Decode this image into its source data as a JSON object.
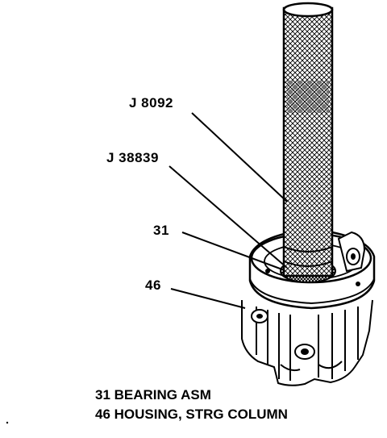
{
  "callouts": [
    {
      "id": "j8092",
      "label": "J 8092"
    },
    {
      "id": "j38839",
      "label": "J 38839"
    },
    {
      "id": "p31",
      "label": "31"
    },
    {
      "id": "p46",
      "label": "46"
    }
  ],
  "legend": {
    "line1": "31 BEARING ASM",
    "line2": "46 HOUSING, STRG COLUMN"
  }
}
